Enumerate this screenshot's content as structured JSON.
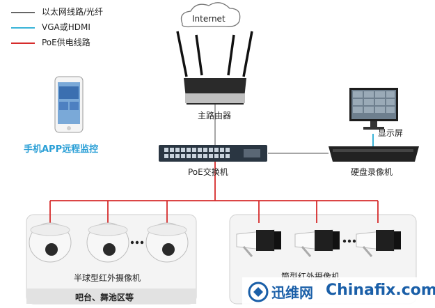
{
  "legend": [
    {
      "label": "以太网线路/光纤",
      "color": "#666666"
    },
    {
      "label": "VGA或HDMI",
      "color": "#3ab4d8"
    },
    {
      "label": "PoE供电线路",
      "color": "#d62b2b"
    }
  ],
  "nodes": {
    "internet": "Internet",
    "router": "主路由器",
    "monitor": "显示屏",
    "nvr": "硬盘录像机",
    "poe_switch": "PoE交换机",
    "mobile": "手机APP远程监控",
    "dome_cams": "半球型红外摄像机",
    "bullet_cams": "筒型红外摄像机"
  },
  "groups": {
    "dome_area": "吧台、舞池区等"
  },
  "watermark": {
    "brand_cn": "迅维网",
    "brand_en": "Chinafix.com"
  },
  "colors": {
    "ethernet": "#666666",
    "video": "#3ab4d8",
    "poe": "#d62b2b",
    "mobile_label": "#2a9fd6",
    "watermark_blue": "#1a5fa8"
  }
}
